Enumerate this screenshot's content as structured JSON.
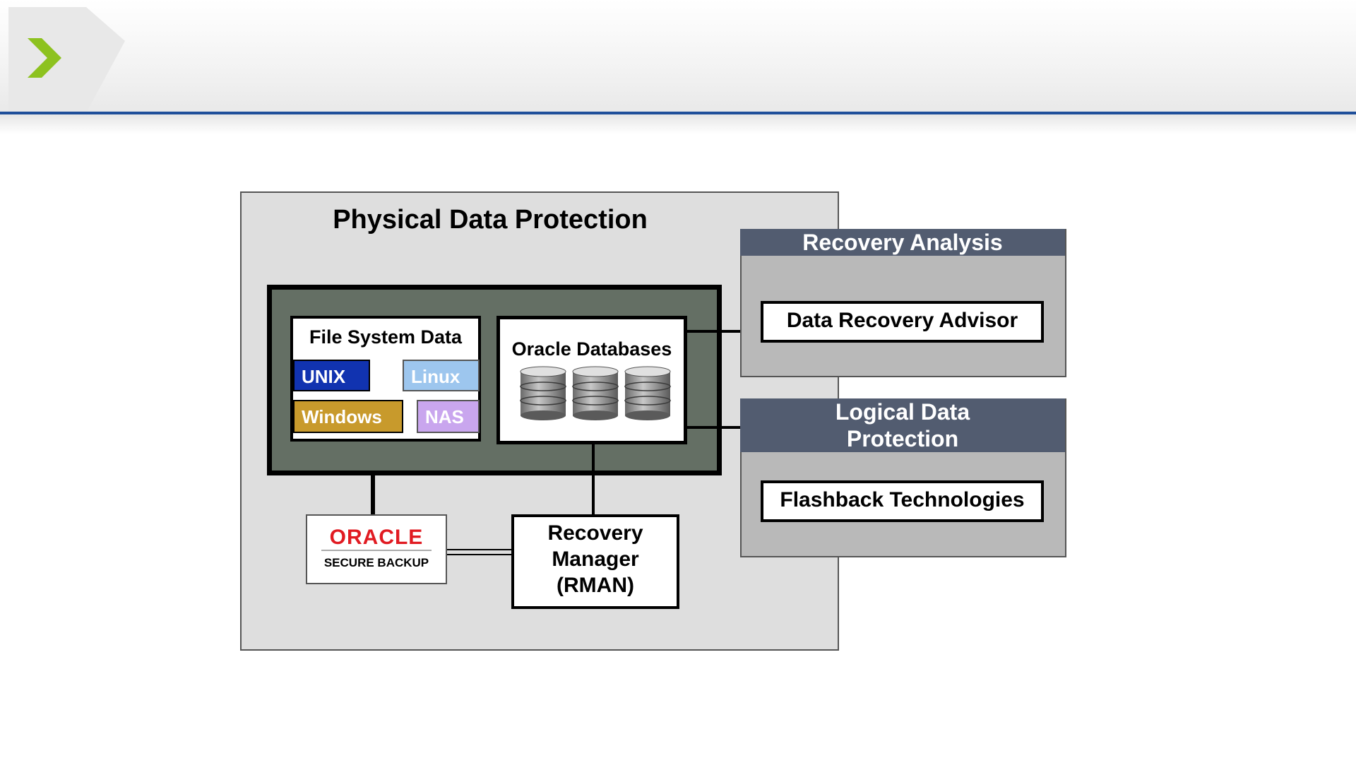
{
  "header": {
    "accent_color": "#8dc21f",
    "rule_color": "#1f4f9a",
    "icons": [
      "chevron-right-icon"
    ]
  },
  "diagram": {
    "physical": {
      "title": "Physical Data Protection"
    },
    "file_system": {
      "title": "File System Data",
      "tags": [
        "UNIX",
        "Linux",
        "Windows",
        "NAS"
      ]
    },
    "oracle_databases": {
      "title": "Oracle Databases",
      "icon": "database-icon"
    },
    "secure_backup": {
      "logo_text": "ORACLE",
      "sub_text": "SECURE BACKUP",
      "brand_color": "#e11b22"
    },
    "rman": {
      "line1": "Recovery",
      "line2": "Manager",
      "line3": "(RMAN)"
    },
    "recovery_analysis": {
      "title": "Recovery Analysis",
      "item": "Data Recovery Advisor"
    },
    "logical": {
      "title_line1": "Logical Data",
      "title_line2": "Protection",
      "item": "Flashback Technologies"
    },
    "colors": {
      "unix": "#1133b0",
      "linux": "#9dc6ee",
      "windows": "#c89a2c",
      "nas": "#c9a6ee",
      "panel_header": "#525c70",
      "container": "#646f64"
    }
  }
}
